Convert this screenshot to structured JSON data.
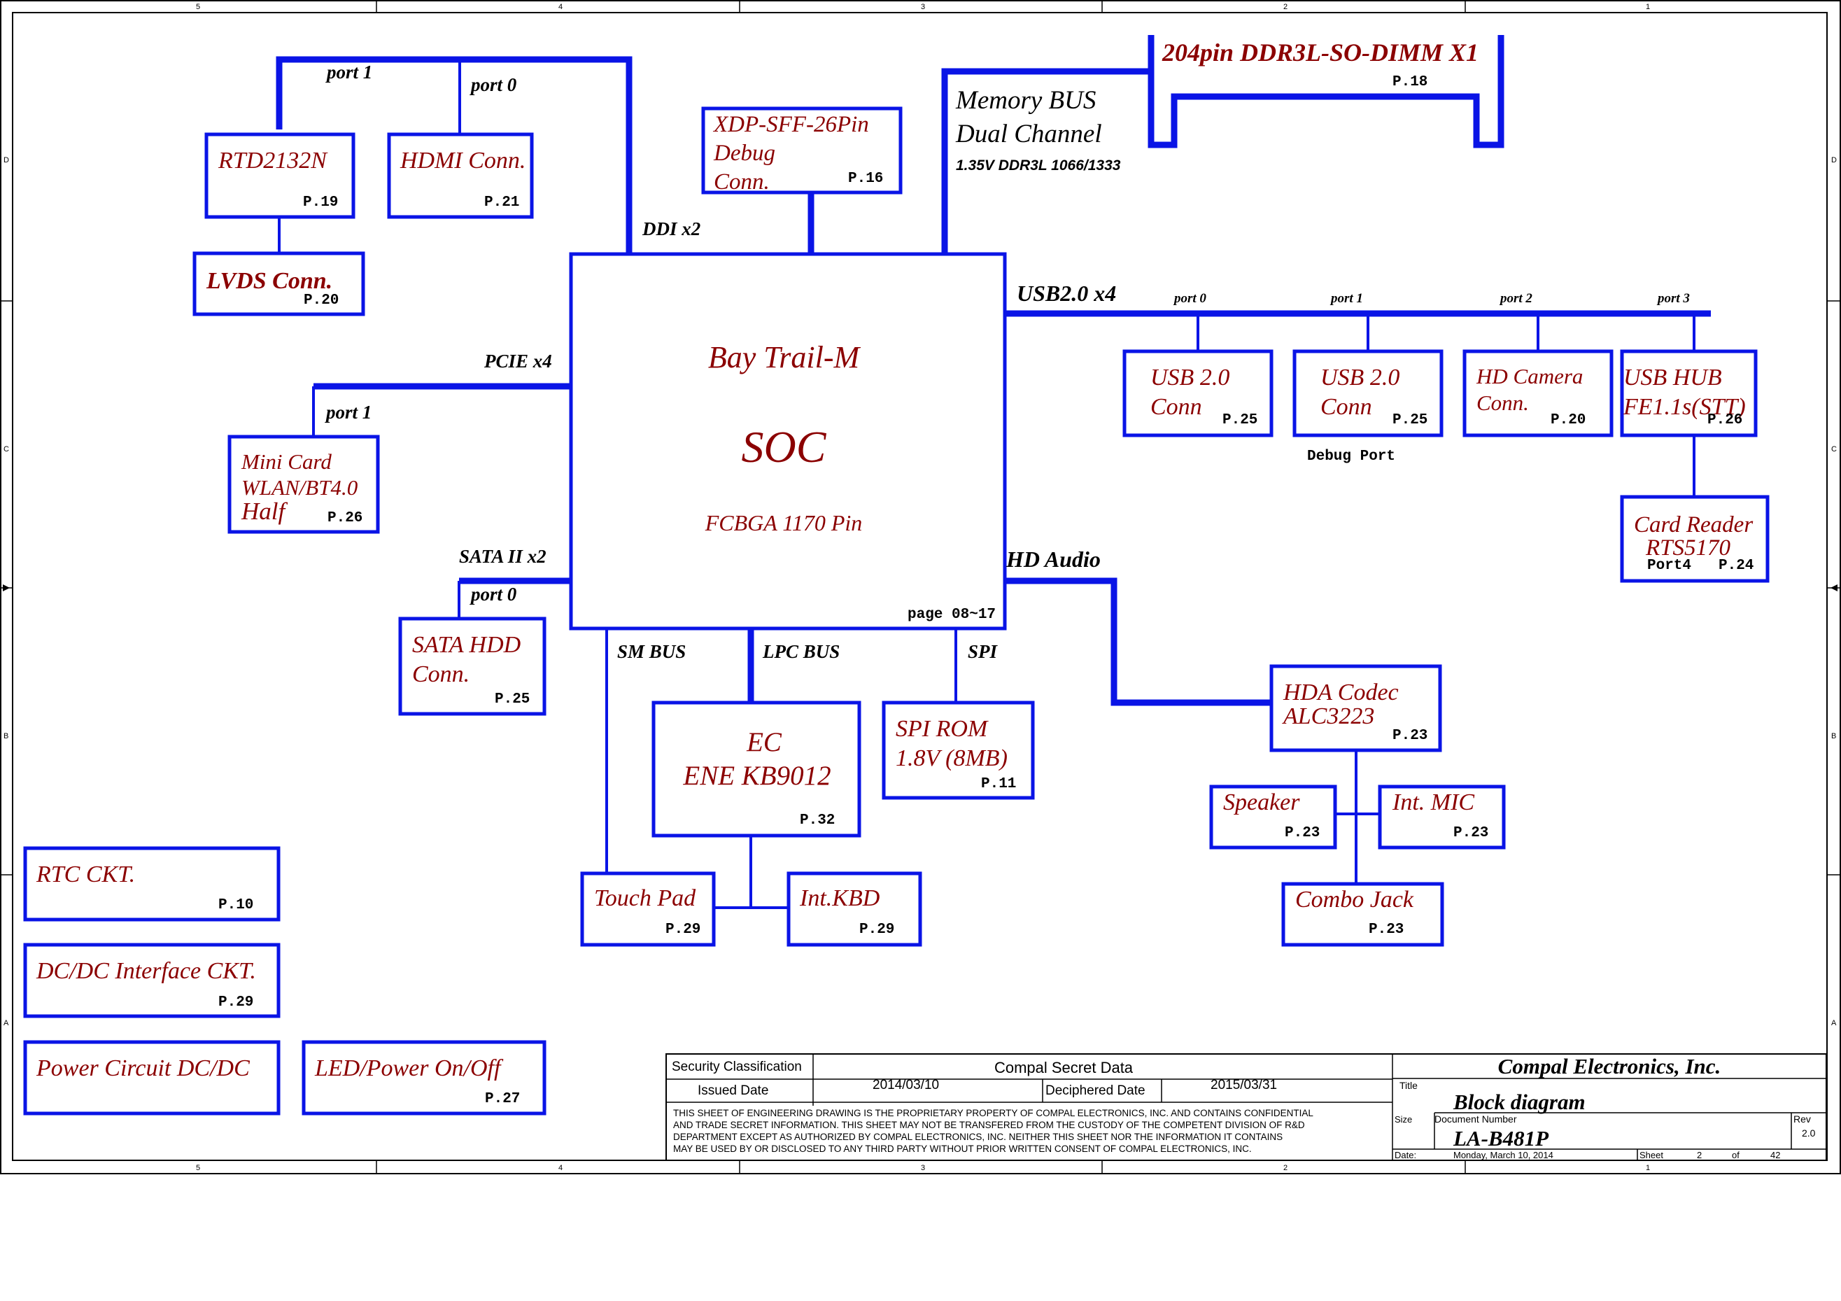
{
  "soc": {
    "name": "Bay Trail-M",
    "type": "SOC",
    "package": "FCBGA 1170 Pin",
    "page": "page 08~17"
  },
  "blocks": {
    "rtd2132n": {
      "label": "RTD2132N",
      "page": "P.19"
    },
    "hdmi": {
      "label": "HDMI Conn.",
      "page": "P.21"
    },
    "lvds": {
      "label": "LVDS  Conn.",
      "page": "P.20"
    },
    "xdp": {
      "line1": "XDP-SFF-26Pin",
      "line2": "Debug",
      "line3": "Conn.",
      "page": "P.16"
    },
    "dimm": {
      "label": "204pin DDR3L-SO-DIMM X1",
      "page": "P.18"
    },
    "minicard": {
      "line1": "Mini Card",
      "line2": "WLAN/BT4.0",
      "line3": "Half",
      "page": "P.26"
    },
    "sata_hdd": {
      "line1": "SATA HDD",
      "line2": "Conn.",
      "page": "P.25"
    },
    "usb0": {
      "line1": "USB 2.0",
      "line2": "Conn",
      "page": "P.25"
    },
    "usb1": {
      "line1": "USB 2.0",
      "line2": "Conn",
      "page": "P.25"
    },
    "camera": {
      "line1": "HD Camera",
      "line2": "Conn.",
      "page": "P.20"
    },
    "usbhub": {
      "line1": "USB HUB",
      "line2": "FE1.1s(STT)",
      "page": "P.26"
    },
    "cardreader": {
      "line1": "Card Reader",
      "line2": "RTS5170",
      "port": "Port4",
      "page": "P.24"
    },
    "ec": {
      "line1": "EC",
      "line2": "ENE KB9012",
      "page": "P.32"
    },
    "spirom": {
      "line1": "SPI ROM",
      "line2": "1.8V (8MB)",
      "page": "P.11"
    },
    "codec": {
      "line1": "HDA Codec",
      "line2": "ALC3223",
      "page": "P.23"
    },
    "speaker": {
      "label": "Speaker",
      "page": "P.23"
    },
    "intmic": {
      "label": "Int. MIC",
      "page": "P.23"
    },
    "combojack": {
      "label": "Combo Jack",
      "page": "P.23"
    },
    "touchpad": {
      "label": "Touch Pad",
      "page": "P.29"
    },
    "intkbd": {
      "label": "Int.KBD",
      "page": "P.29"
    },
    "rtc": {
      "label": "RTC CKT.",
      "page": "P.10"
    },
    "dcdc_if": {
      "label": "DC/DC Interface CKT.",
      "page": "P.29"
    },
    "power": {
      "label": "Power Circuit DC/DC"
    },
    "led": {
      "label": "LED/Power On/Off",
      "page": "P.27"
    }
  },
  "buses": {
    "port1_top": "port 1",
    "port0_top": "port 0",
    "ddi": "DDI x2",
    "memory_bus": "Memory BUS",
    "dual_channel": "Dual Channel",
    "ddr_spec": "1.35V DDR3L 1066/1333",
    "usb": "USB2.0 x4",
    "usb_port0": "port 0",
    "usb_port1": "port 1",
    "usb_port2": "port 2",
    "usb_port3": "port 3",
    "debug_port": "Debug Port",
    "pcie": "PCIE x4",
    "pcie_port1": "port 1",
    "sata": "SATA II x2",
    "sata_port0": "port 0",
    "hd_audio": "HD Audio",
    "sm_bus": "SM BUS",
    "lpc_bus": "LPC BUS",
    "spi": "SPI"
  },
  "title_block": {
    "security_label": "Security Classification",
    "security_value": "Compal Secret Data",
    "issued_label": "Issued Date",
    "issued_value": "2014/03/10",
    "deciphered_label": "Deciphered Date",
    "deciphered_value": "2015/03/31",
    "notice1": "THIS SHEET OF ENGINEERING DRAWING IS THE PROPRIETARY PROPERTY OF COMPAL ELECTRONICS, INC. AND CONTAINS CONFIDENTIAL",
    "notice2": "AND TRADE SECRET INFORMATION. THIS SHEET MAY NOT BE TRANSFERED FROM THE CUSTODY OF THE COMPETENT DIVISION OF R&D",
    "notice3": "DEPARTMENT EXCEPT AS AUTHORIZED BY COMPAL ELECTRONICS, INC. NEITHER THIS SHEET NOR THE INFORMATION IT CONTAINS",
    "notice4": "MAY BE USED BY OR DISCLOSED TO ANY THIRD PARTY WITHOUT PRIOR WRITTEN CONSENT OF COMPAL ELECTRONICS, INC.",
    "company": "Compal Electronics, Inc.",
    "title_label": "Title",
    "title_value": "Block diagram",
    "size_label": "Size",
    "docnum_label": "Document Number",
    "docnum_value": "LA-B481P",
    "rev_label": "Rev",
    "rev_value": "2.0",
    "date_label": "Date:",
    "date_value": "Monday, March 10, 2014",
    "sheet_label": "Sheet",
    "sheet_value": "2",
    "of_label": "of",
    "total_value": "42"
  },
  "border": {
    "cols": [
      "5",
      "4",
      "3",
      "2",
      "1"
    ],
    "rows": [
      "D",
      "C",
      "B",
      "A"
    ]
  }
}
